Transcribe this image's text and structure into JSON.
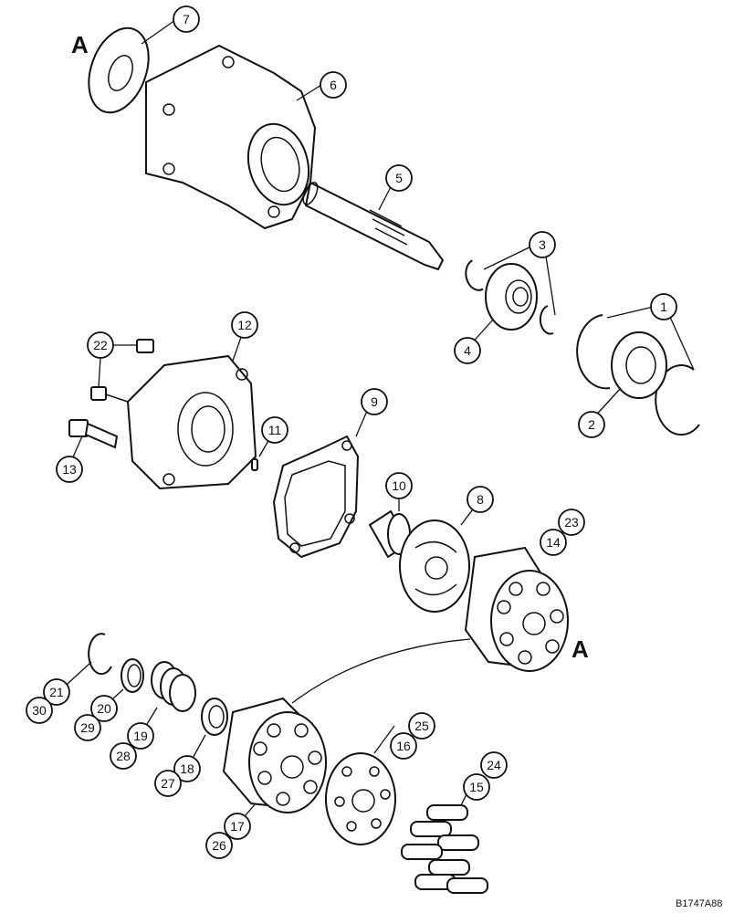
{
  "diagram": {
    "view_marker": "A",
    "figure_code": "B1747A88",
    "callouts": [
      "1",
      "2",
      "3",
      "4",
      "5",
      "6",
      "7",
      "8",
      "9",
      "10",
      "11",
      "12",
      "13",
      "14",
      "15",
      "16",
      "17",
      "18",
      "19",
      "20",
      "21",
      "22",
      "23",
      "24",
      "25",
      "26",
      "27",
      "28",
      "29",
      "30"
    ]
  }
}
